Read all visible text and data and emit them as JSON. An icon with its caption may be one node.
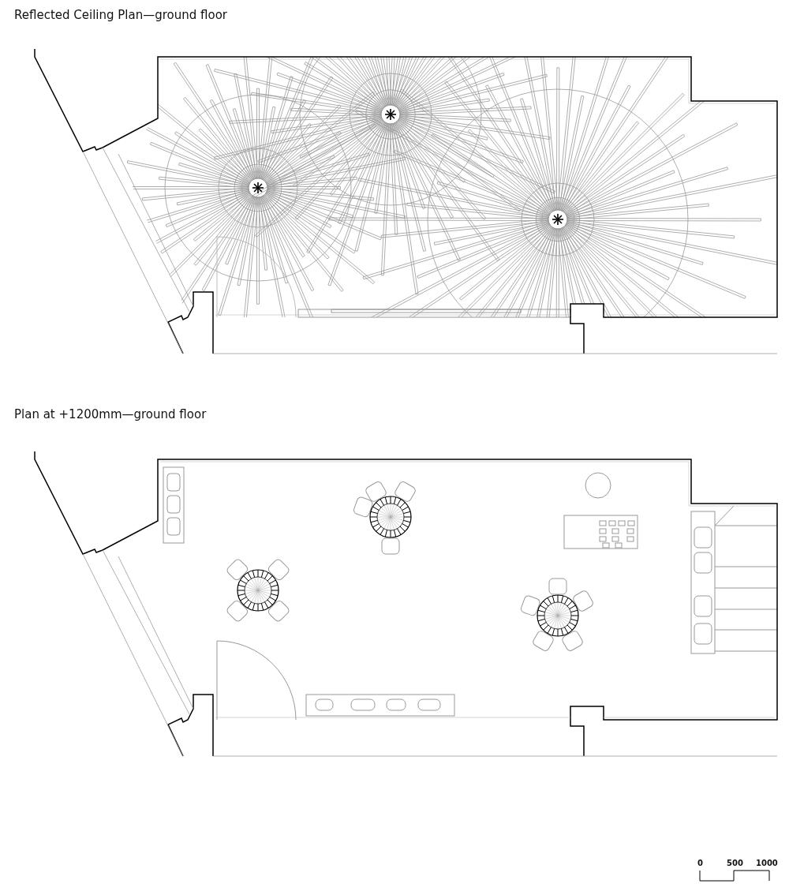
{
  "diagram": {
    "labels": [
      "Reflected Ceiling Plan—ground floor",
      "Plan at +1200mm—ground floor",
      "0",
      "500",
      "1000"
    ]
  }
}
